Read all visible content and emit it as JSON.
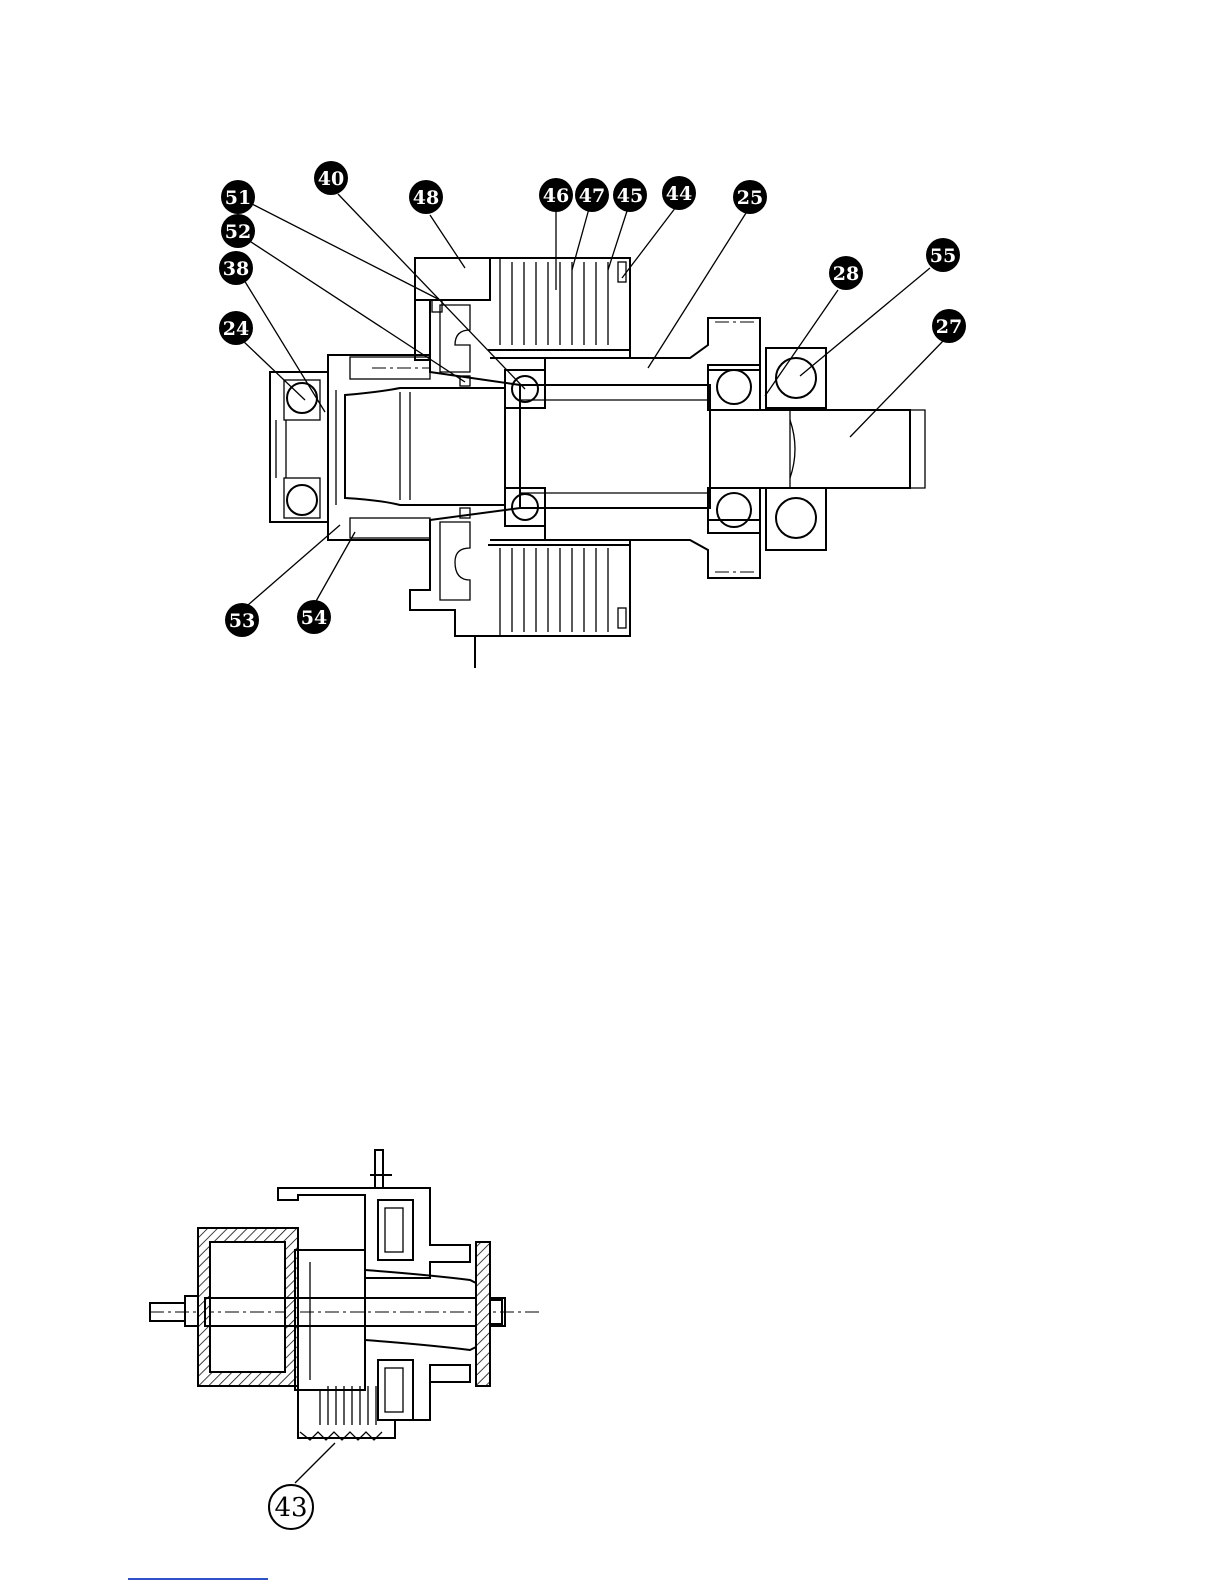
{
  "figure_top": {
    "callouts": [
      "51",
      "40",
      "48",
      "46",
      "47",
      "45",
      "44",
      "25",
      "52",
      "38",
      "28",
      "55",
      "27",
      "24",
      "53",
      "54"
    ]
  },
  "figure_bottom": {
    "callouts": [
      "43"
    ]
  },
  "colors": {
    "ink": "#000000",
    "paper": "#ffffff",
    "link": "#3050c8"
  }
}
